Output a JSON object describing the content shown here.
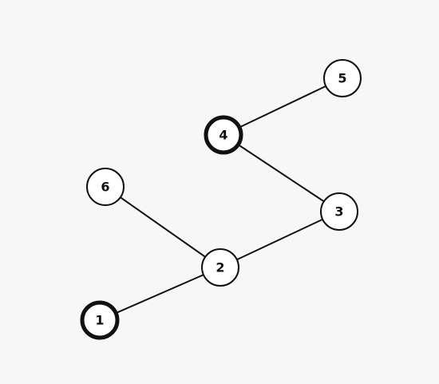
{
  "graph": {
    "nodes": [
      {
        "id": "1",
        "label": "1",
        "highlighted": true
      },
      {
        "id": "2",
        "label": "2",
        "highlighted": false
      },
      {
        "id": "3",
        "label": "3",
        "highlighted": false
      },
      {
        "id": "4",
        "label": "4",
        "highlighted": true
      },
      {
        "id": "5",
        "label": "5",
        "highlighted": false
      },
      {
        "id": "6",
        "label": "6",
        "highlighted": false
      }
    ],
    "edges": [
      {
        "from": "1",
        "to": "2"
      },
      {
        "from": "2",
        "to": "6"
      },
      {
        "from": "2",
        "to": "3"
      },
      {
        "from": "3",
        "to": "4"
      },
      {
        "from": "4",
        "to": "5"
      }
    ]
  },
  "colors": {
    "background": "#f7f7f7",
    "node_fill": "#ffffff",
    "stroke": "#111111"
  }
}
